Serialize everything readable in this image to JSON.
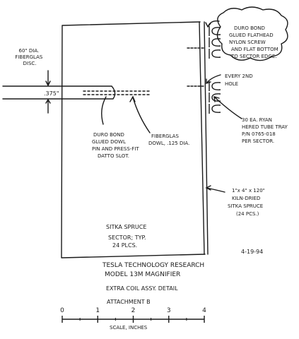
{
  "colors": {
    "ink": "#1a1a1a",
    "paper": "#ffffff"
  },
  "callouts": {
    "disc": [
      "60\" DIA.",
      "FIBERGLAS",
      "DISC."
    ],
    "disc_thickness": ".375\"",
    "screw": [
      "DURO BOND",
      "GLUED FLATHEAD",
      "NYLON SCREW",
      "AND FLAT BOTTOM",
      "TO SECTOR EDGE."
    ],
    "hole": [
      "EVERY 2ND",
      "HOLE"
    ],
    "tray": [
      "30 EA. RYAN",
      "HERED TUBE TRAY",
      "P/N 0765-018",
      "PER SECTOR."
    ],
    "glue": [
      "DURO BOND",
      "GLUED DOWL",
      "PIN AND PRESS-FIT",
      "DATTO SLOT."
    ],
    "dowel": [
      "FIBERGLAS",
      "DOWL, .125 DIA."
    ],
    "spruce": [
      "1\"x 4\" x 120\"",
      "KILN-DRIED",
      "SITKA SPRUCE",
      "(24 PCS.)"
    ],
    "sector": [
      "SITKA SPRUCE",
      "SECTOR; TYP.",
      "24 PLCS."
    ]
  },
  "title_block": {
    "date": "4-19-94",
    "company": "TESLA TECHNOLOGY RESEARCH",
    "model": "MODEL 13M MAGNIFIER",
    "detail": "EXTRA COIL ASSY. DETAIL",
    "attachment": "ATTACHMENT B"
  },
  "scale_bar": {
    "ticks": [
      "0",
      "1",
      "2",
      "3",
      "4"
    ],
    "label": "SCALE, INCHES"
  },
  "tube_tray_count": 6
}
